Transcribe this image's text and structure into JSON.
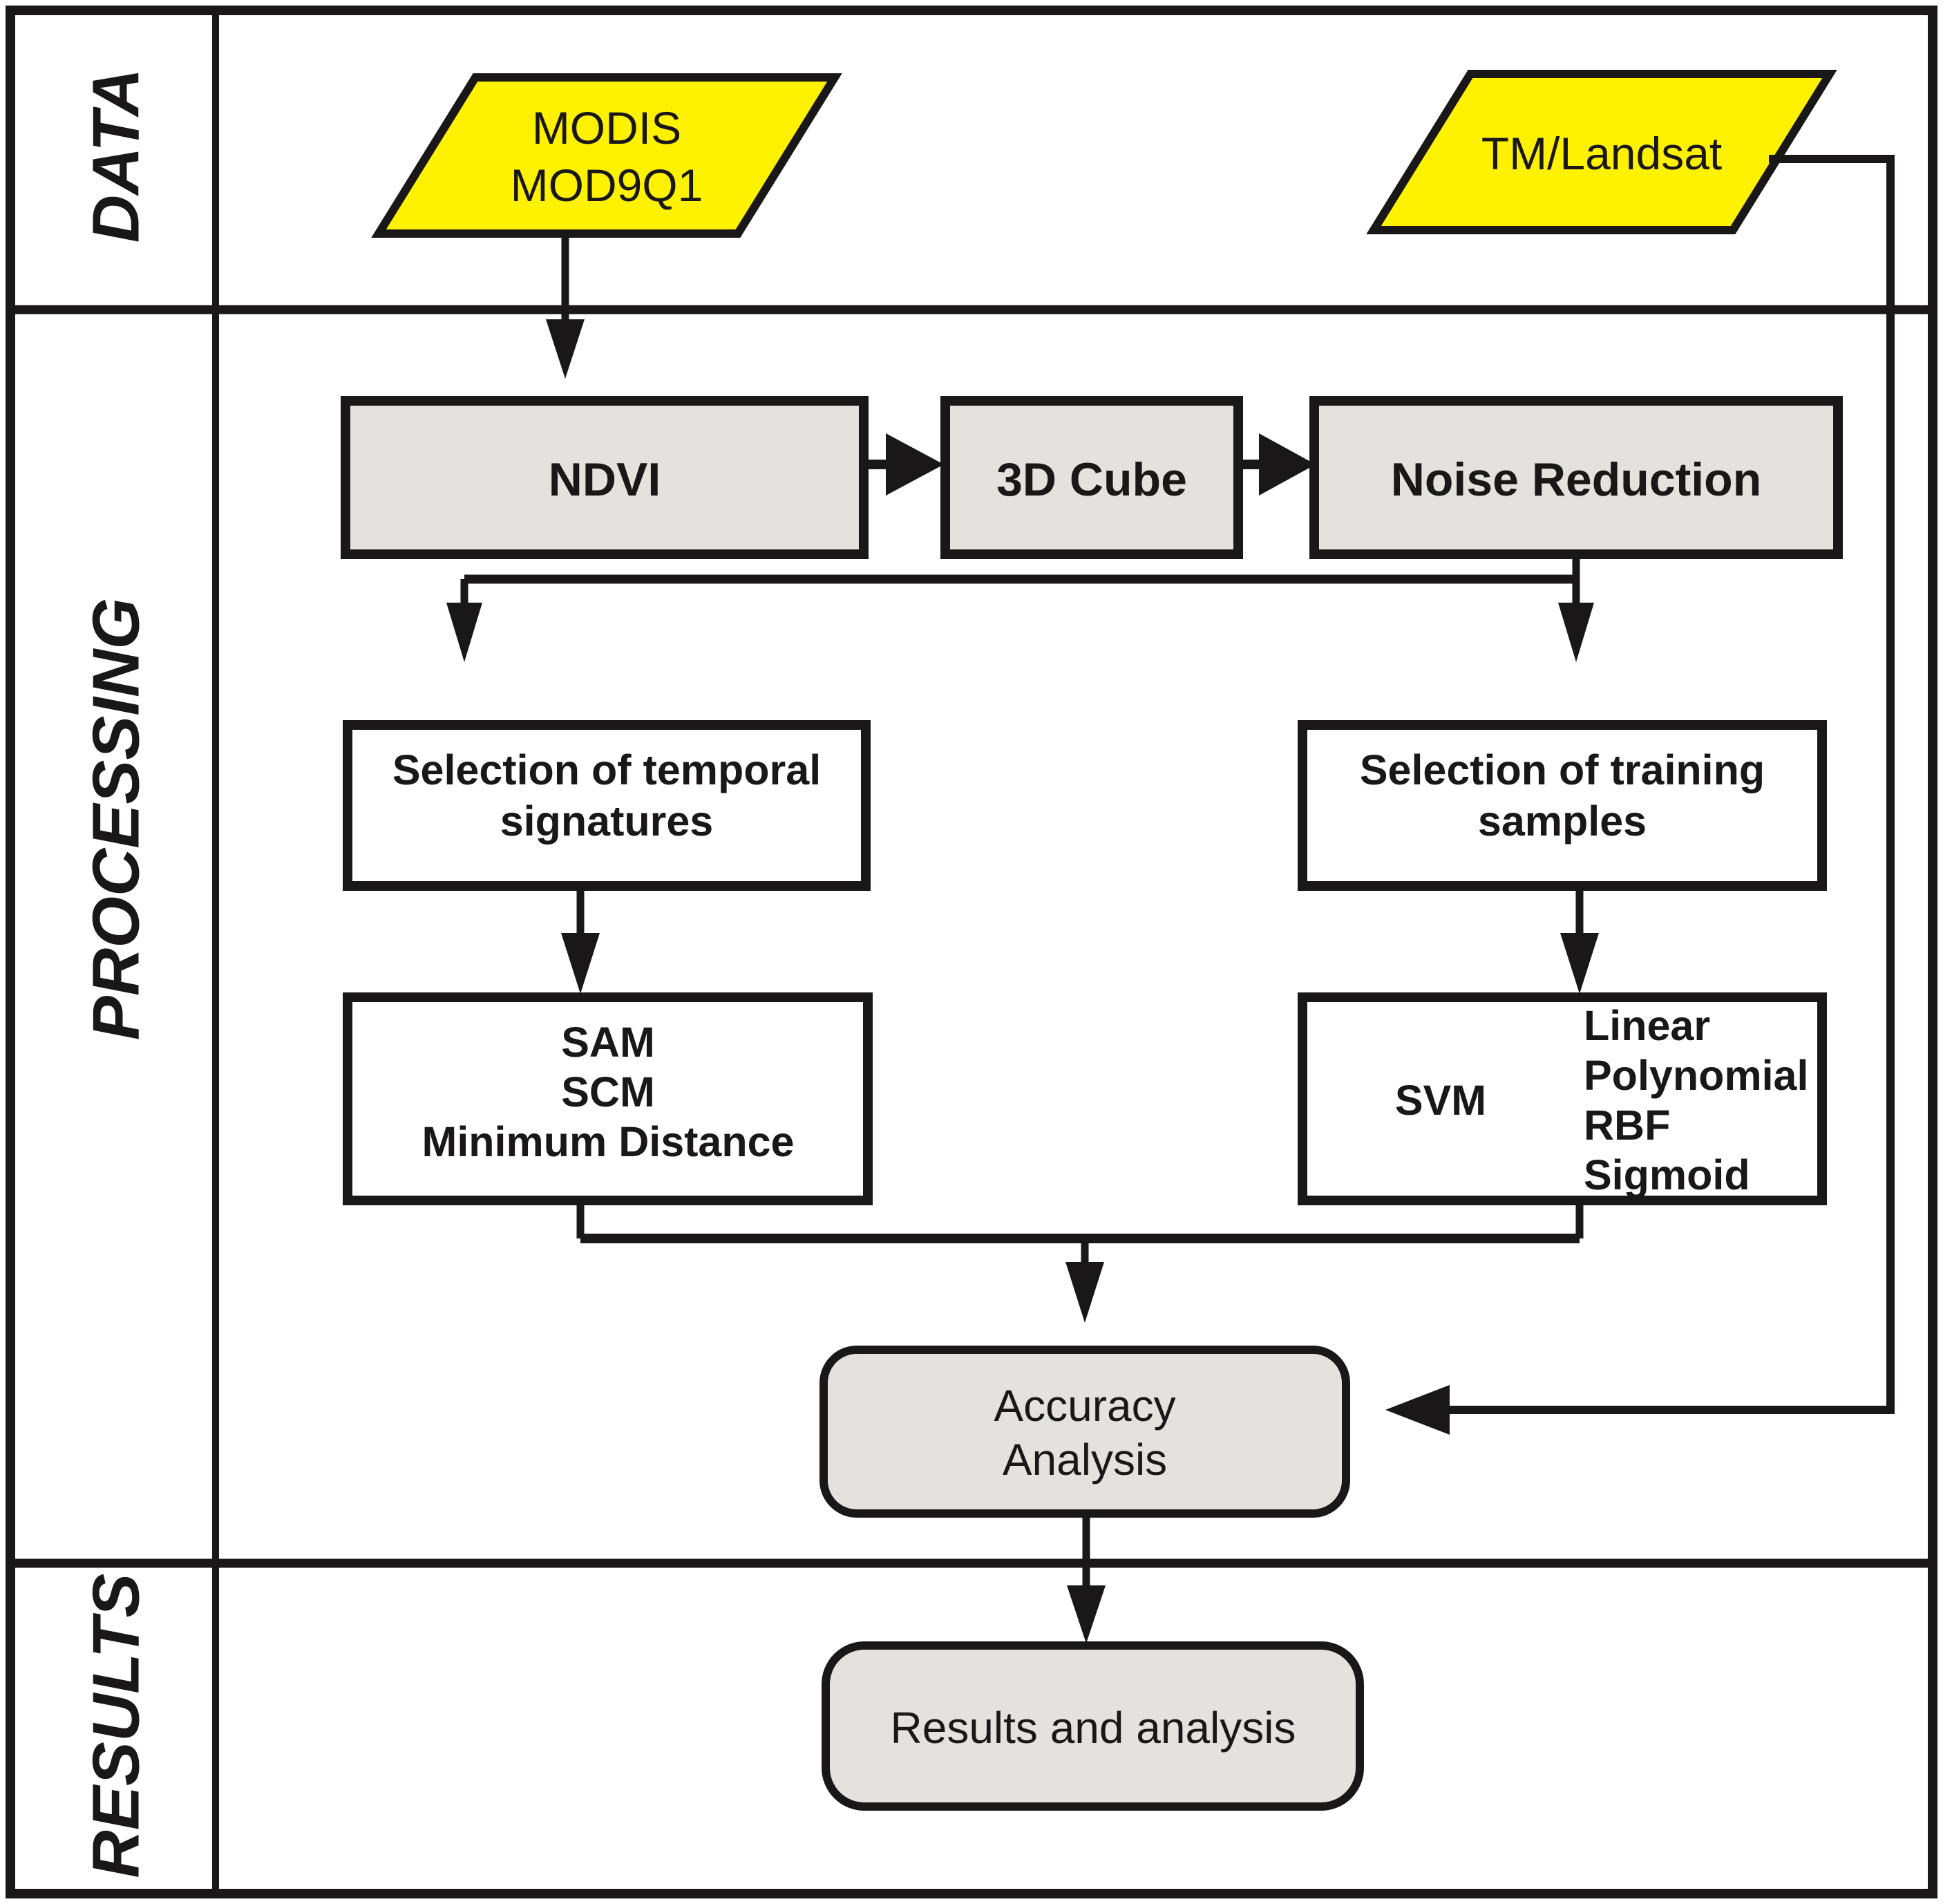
{
  "colors": {
    "ink": "#1a1718",
    "background": "#ffffff",
    "data_node_fill": "#fff200",
    "process_node_fill": "#e3e2df",
    "plain_node_fill": "#ffffff"
  },
  "lanes": {
    "data": "DATA",
    "processing": "PROCESSING",
    "results": "RESULTS"
  },
  "nodes": {
    "modis": {
      "line1": "MODIS",
      "line2": "MOD9Q1"
    },
    "tm_landsat": {
      "label": "TM/Landsat"
    },
    "ndvi": {
      "label": "NDVI"
    },
    "cube": {
      "label": "3D Cube"
    },
    "noise": {
      "label": "Noise Reduction"
    },
    "temporal": {
      "line1": "Selection of temporal",
      "line2": "signatures"
    },
    "training": {
      "line1": "Selection of training",
      "line2": "samples"
    },
    "classifiers": {
      "line1": "SAM",
      "line2": "SCM",
      "line3": "Minimum Distance"
    },
    "svm": {
      "label": "SVM",
      "kernels": [
        "Linear",
        "Polynomial",
        "RBF",
        "Sigmoid"
      ]
    },
    "accuracy": {
      "line1": "Accuracy",
      "line2": "Analysis"
    },
    "results": {
      "label": "Results and analysis"
    }
  }
}
